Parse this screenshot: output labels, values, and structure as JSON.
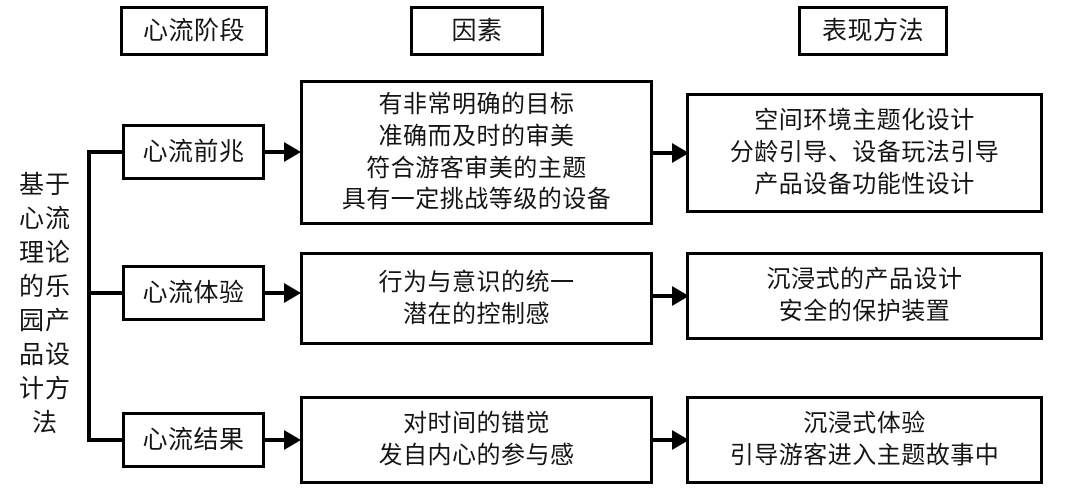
{
  "diagram": {
    "title": "基于心流理论的乐园产品设计方法",
    "root_label_rows": [
      "基于",
      "心流",
      "理论",
      "的乐",
      "园产",
      "品设",
      "计方",
      "法"
    ],
    "headers": [
      {
        "label": "心流阶段"
      },
      {
        "label": "因素"
      },
      {
        "label": "表现方法"
      }
    ],
    "rows": [
      {
        "stage": "心流前兆",
        "factors": [
          "有非常明确的目标",
          "准确而及时的审美",
          "符合游客审美的主题",
          "具有一定挑战等级的设备"
        ],
        "methods": [
          "空间环境主题化设计",
          "分龄引导、设备玩法引导",
          "产品设备功能性设计"
        ]
      },
      {
        "stage": "心流体验",
        "factors": [
          "行为与意识的统一",
          "潜在的控制感"
        ],
        "methods": [
          "沉浸式的产品设计",
          "安全的保护装置"
        ]
      },
      {
        "stage": "心流结果",
        "factors": [
          "对时间的错觉",
          "发自内心的参与感"
        ],
        "methods": [
          "沉浸式体验",
          "引导游客进入主题故事中"
        ]
      }
    ],
    "colors": {
      "border": "#000000",
      "text": "#151515",
      "background": "#ffffff"
    }
  }
}
